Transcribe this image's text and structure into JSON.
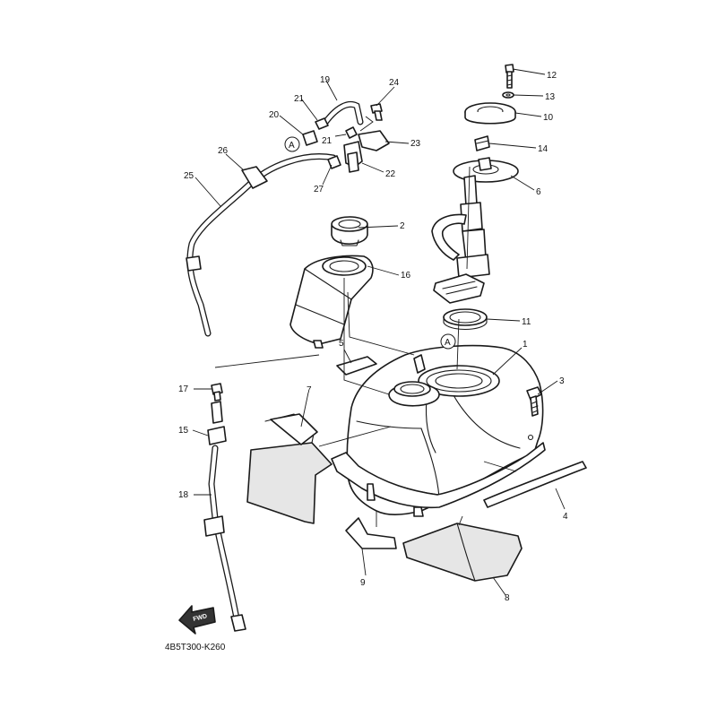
{
  "diagram": {
    "part_code": "4B5T300-K260",
    "ref_marker": "A",
    "fwd_label": "FWD",
    "callouts": {
      "c1": "1",
      "c2": "2",
      "c3": "3",
      "c4": "4",
      "c5": "5",
      "c6": "6",
      "c7": "7",
      "c8": "8",
      "c9": "9",
      "c10": "10",
      "c11": "11",
      "c12": "12",
      "c13": "13",
      "c14": "14",
      "c15": "15",
      "c16": "16",
      "c17": "17",
      "c18": "18",
      "c19": "19",
      "c20": "20",
      "c21a": "21",
      "c21b": "21",
      "c22": "22",
      "c23": "23",
      "c24": "24",
      "c25": "25",
      "c26": "26",
      "c27": "27"
    }
  }
}
